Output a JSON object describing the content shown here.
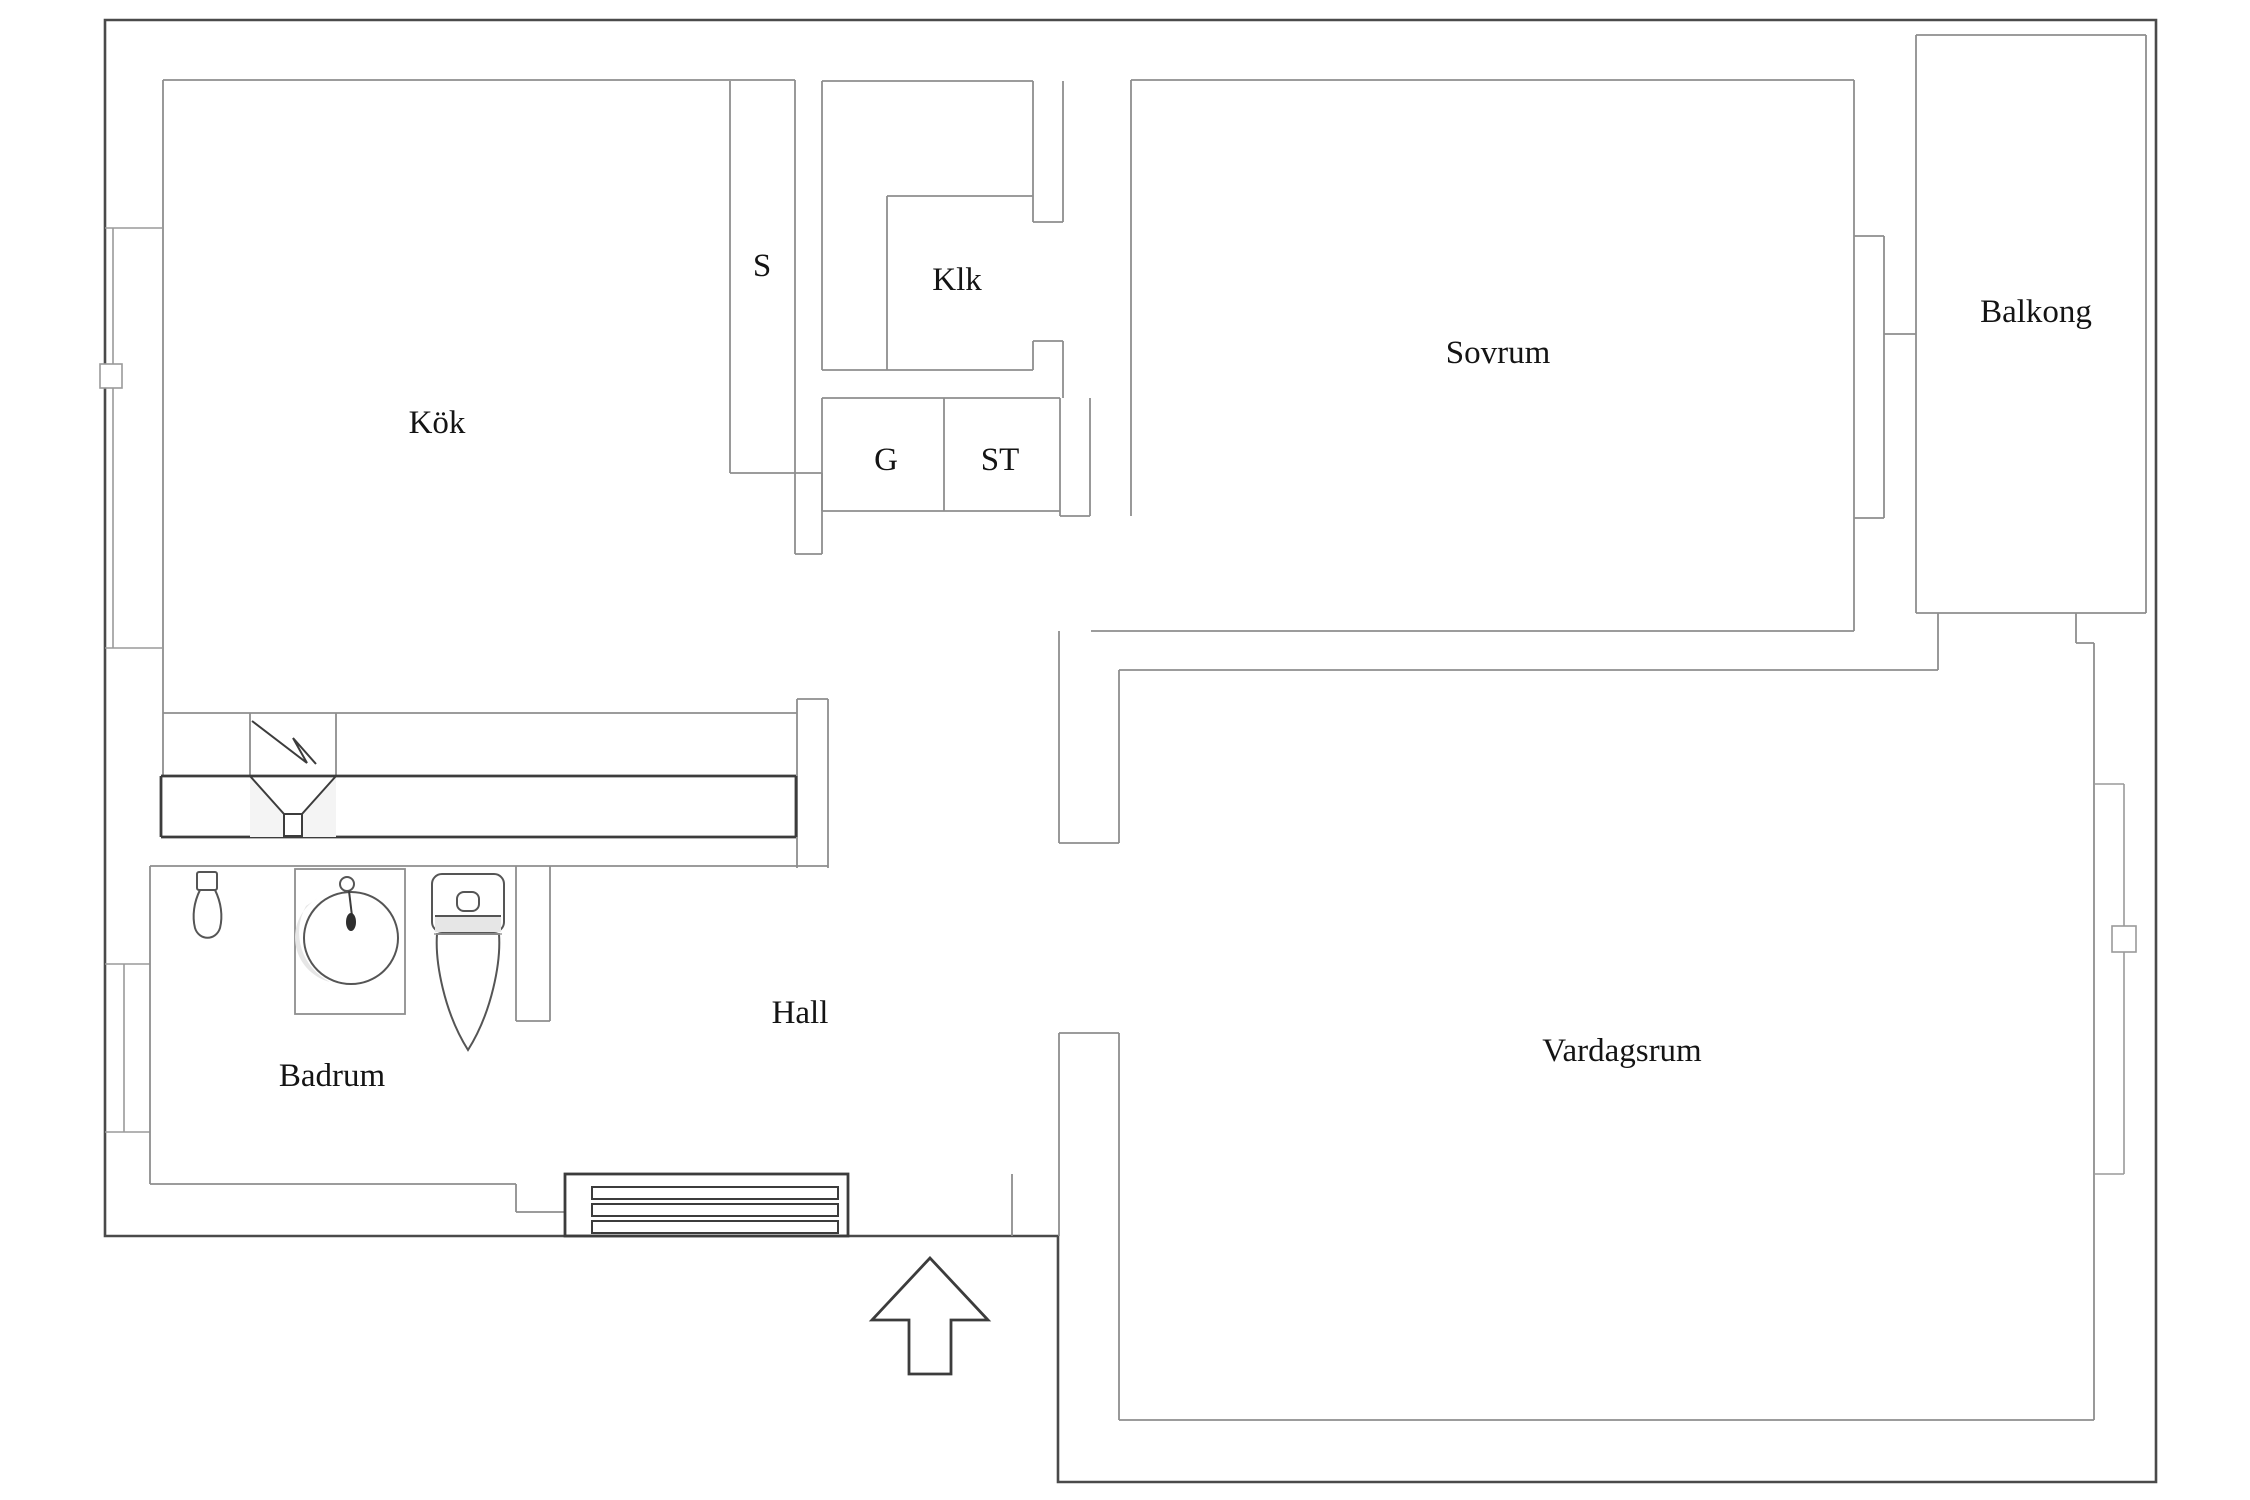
{
  "floorplan": {
    "title": "Apartment floor plan (Swedish labels)",
    "rooms": [
      {
        "id": "kok",
        "label": "Kök"
      },
      {
        "id": "s",
        "label": "S"
      },
      {
        "id": "klk",
        "label": "Klk"
      },
      {
        "id": "g",
        "label": "G"
      },
      {
        "id": "st",
        "label": "ST"
      },
      {
        "id": "sovrum",
        "label": "Sovrum"
      },
      {
        "id": "balkong",
        "label": "Balkong"
      },
      {
        "id": "hall",
        "label": "Hall"
      },
      {
        "id": "badrum",
        "label": "Badrum"
      },
      {
        "id": "vardagsrum",
        "label": "Vardagsrum"
      }
    ],
    "icons": [
      "entrance-arrow-icon",
      "radiator-icon",
      "toilet-icon",
      "bathroom-sink-icon",
      "shower-mixer-icon",
      "kitchen-sink-icon",
      "window-marker-icon"
    ],
    "colors": {
      "background": "#ffffff",
      "wall_light": "#8e8e8e",
      "wall_dark": "#3c3c3c",
      "outline": "#4a4a4a",
      "text": "#141414"
    }
  }
}
